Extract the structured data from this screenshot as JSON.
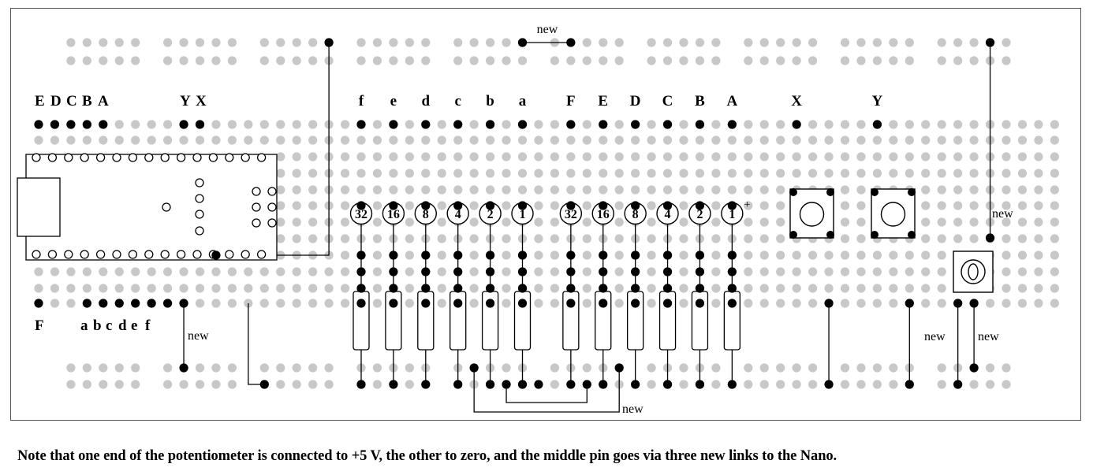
{
  "labels": {
    "new": "new",
    "nano_top": [
      "E",
      "D",
      "C",
      "B",
      "A",
      "Y",
      "X"
    ],
    "nano_bottom": [
      "F",
      "a",
      "b",
      "c",
      "d",
      "e",
      "f"
    ],
    "leds_lower": [
      "f",
      "e",
      "d",
      "c",
      "b",
      "a"
    ],
    "leds_upper": [
      "F",
      "E",
      "D",
      "C",
      "B",
      "A"
    ],
    "buttons": [
      "X",
      "Y"
    ],
    "led_values": [
      "32",
      "16",
      "8",
      "4",
      "2",
      "1",
      "32",
      "16",
      "8",
      "4",
      "2",
      "1"
    ],
    "plus": "+"
  },
  "colors": {
    "hole": "#c8c8c8",
    "used": "#000000",
    "wire": "#000000"
  },
  "note": "Note that one end of the potentiometer is connected to +5 V, the other to zero, and the middle pin goes via three new links to the Nano."
}
